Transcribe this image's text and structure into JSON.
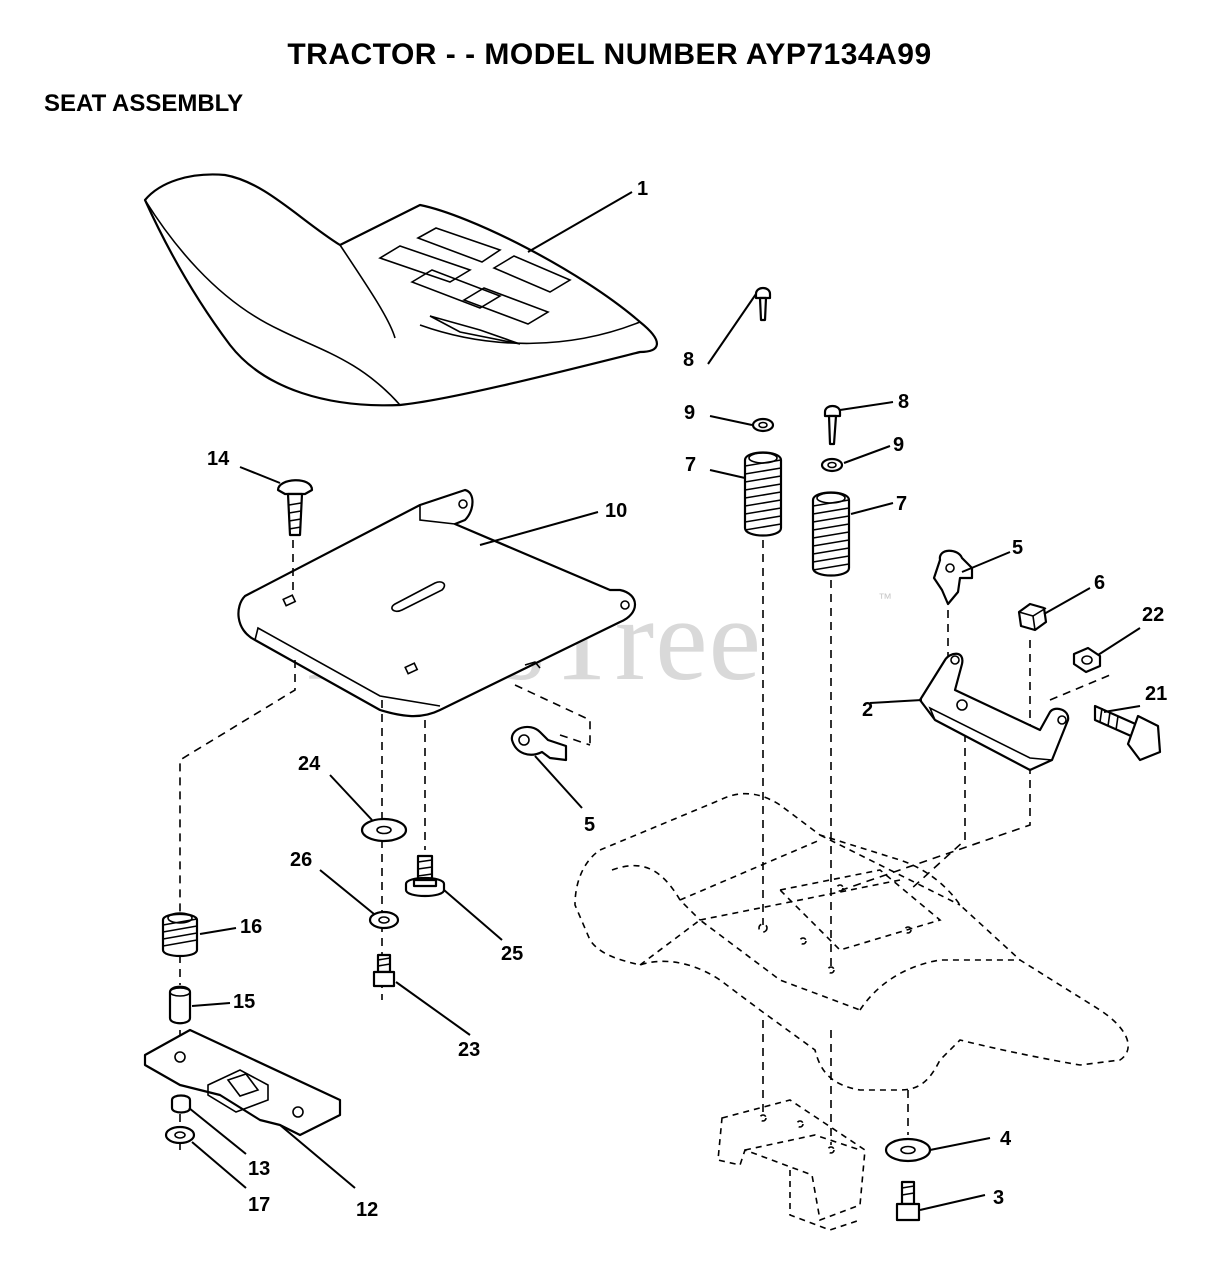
{
  "header": {
    "title": "TRACTOR - - MODEL NUMBER AYP7134A99",
    "section": "SEAT ASSEMBLY"
  },
  "watermark": {
    "text": "PartsTree",
    "trademark": "™"
  },
  "callouts": [
    {
      "id": "c1",
      "label": "1"
    },
    {
      "id": "c2",
      "label": "2"
    },
    {
      "id": "c3",
      "label": "3"
    },
    {
      "id": "c4",
      "label": "4"
    },
    {
      "id": "c5a",
      "label": "5"
    },
    {
      "id": "c5b",
      "label": "5"
    },
    {
      "id": "c6",
      "label": "6"
    },
    {
      "id": "c7a",
      "label": "7"
    },
    {
      "id": "c7b",
      "label": "7"
    },
    {
      "id": "c8a",
      "label": "8"
    },
    {
      "id": "c8b",
      "label": "8"
    },
    {
      "id": "c9a",
      "label": "9"
    },
    {
      "id": "c9b",
      "label": "9"
    },
    {
      "id": "c10",
      "label": "10"
    },
    {
      "id": "c12",
      "label": "12"
    },
    {
      "id": "c13",
      "label": "13"
    },
    {
      "id": "c14",
      "label": "14"
    },
    {
      "id": "c15",
      "label": "15"
    },
    {
      "id": "c16",
      "label": "16"
    },
    {
      "id": "c17",
      "label": "17"
    },
    {
      "id": "c21",
      "label": "21"
    },
    {
      "id": "c22",
      "label": "22"
    },
    {
      "id": "c23",
      "label": "23"
    },
    {
      "id": "c24",
      "label": "24"
    },
    {
      "id": "c25",
      "label": "25"
    },
    {
      "id": "c26",
      "label": "26"
    }
  ]
}
